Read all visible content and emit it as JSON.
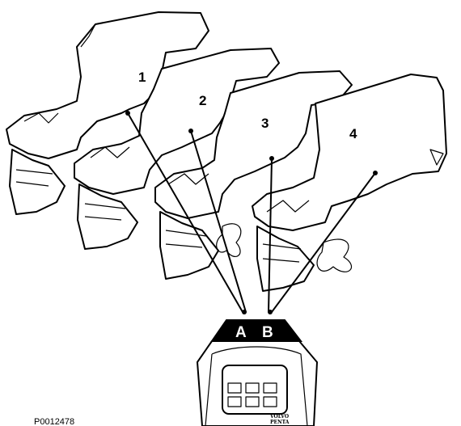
{
  "diagram": {
    "engines": [
      {
        "label": "1",
        "callout_key": "A"
      },
      {
        "label": "2",
        "callout_key": "A"
      },
      {
        "label": "3",
        "callout_key": "B"
      },
      {
        "label": "4",
        "callout_key": "B"
      }
    ],
    "control_panel": {
      "keys": [
        {
          "label": "A"
        },
        {
          "label": "B"
        }
      ],
      "brand_line1": "VOLVO",
      "brand_line2": "PENTA"
    },
    "reference_code": "P0012478"
  }
}
